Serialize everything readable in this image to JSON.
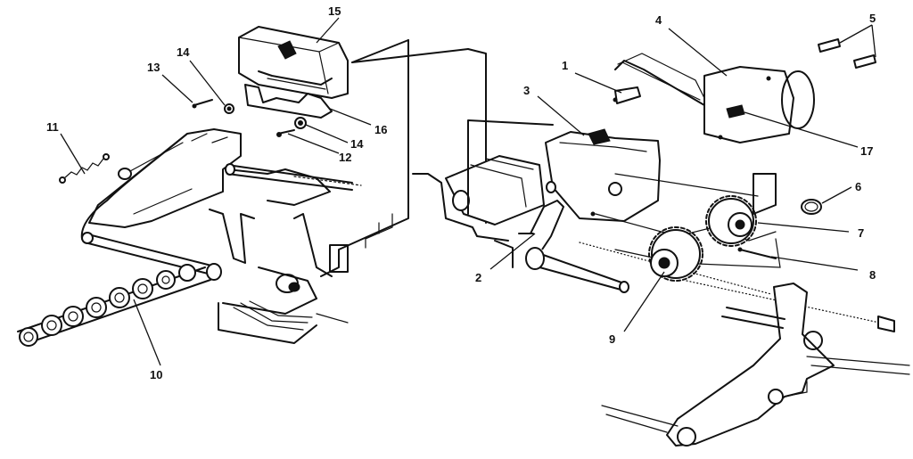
{
  "callouts": [
    {
      "id": "c1",
      "label": "1"
    },
    {
      "id": "c2",
      "label": "2"
    },
    {
      "id": "c3",
      "label": "3"
    },
    {
      "id": "c4",
      "label": "4"
    },
    {
      "id": "c5",
      "label": "5"
    },
    {
      "id": "c6",
      "label": "6"
    },
    {
      "id": "c7",
      "label": "7"
    },
    {
      "id": "c8",
      "label": "8"
    },
    {
      "id": "c9",
      "label": "9"
    },
    {
      "id": "c10",
      "label": "10"
    },
    {
      "id": "c11",
      "label": "11"
    },
    {
      "id": "c12",
      "label": "12"
    },
    {
      "id": "c13",
      "label": "13"
    },
    {
      "id": "c14a",
      "label": "14"
    },
    {
      "id": "c14b",
      "label": "14"
    },
    {
      "id": "c15",
      "label": "15"
    },
    {
      "id": "c16",
      "label": "16"
    },
    {
      "id": "c17",
      "label": "17"
    }
  ],
  "colors": {
    "line": "#111111",
    "background": "#ffffff"
  }
}
